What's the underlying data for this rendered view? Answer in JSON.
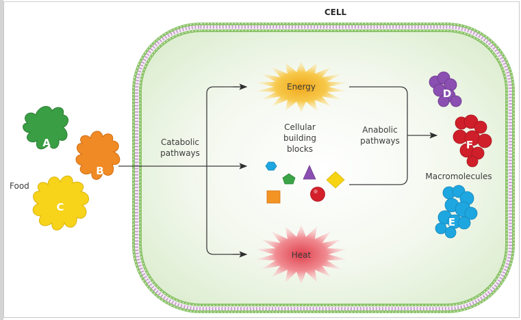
{
  "diagram": {
    "title": "CELL",
    "food_label": "Food",
    "catabolic_label": [
      "Catabolic",
      "pathways"
    ],
    "anabolic_label": [
      "Anabolic",
      "pathways"
    ],
    "building_blocks_label": [
      "Cellular",
      "building",
      "blocks"
    ],
    "energy_label": "Energy",
    "heat_label": "Heat",
    "macromolecules_label": "Macromolecules",
    "food_items": [
      {
        "letter": "A",
        "color": "#3a9e44"
      },
      {
        "letter": "B",
        "color": "#f08a24"
      },
      {
        "letter": "C",
        "color": "#f7d31a"
      }
    ],
    "macromolecules": [
      {
        "letter": "D",
        "color": "#8a4fb0"
      },
      {
        "letter": "F",
        "color": "#cf1f2a"
      },
      {
        "letter": "E",
        "color": "#1ea6e0"
      }
    ],
    "building_blocks": [
      {
        "shape": "hexagon",
        "color": "#1ea6e0"
      },
      {
        "shape": "pentagon",
        "color": "#3aa447"
      },
      {
        "shape": "triangle",
        "color": "#8a4fb0"
      },
      {
        "shape": "diamond",
        "color": "#f6d414"
      },
      {
        "shape": "square",
        "color": "#f39323"
      },
      {
        "shape": "circle",
        "color": "#d3202a"
      }
    ],
    "colors": {
      "membrane_bead": "#8cc46a",
      "membrane_tail": "#c9a0cf",
      "cytoplasm": "#e6f2db",
      "energy": "#f2b426",
      "heat": "#e4545e",
      "arrow": "#3c3c3c"
    }
  }
}
